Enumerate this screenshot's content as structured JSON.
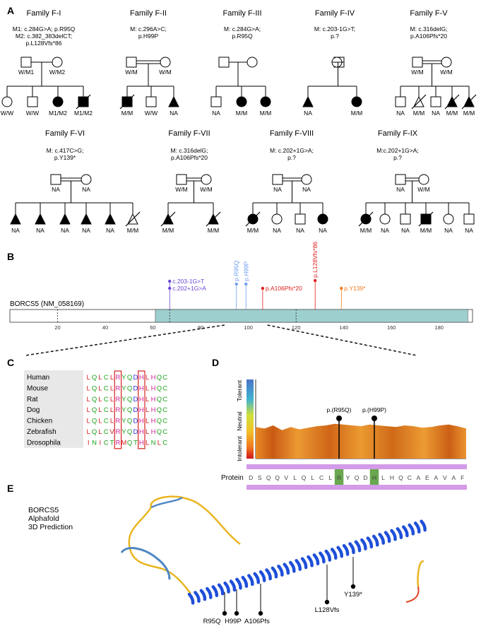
{
  "panels": {
    "A": "A",
    "B": "B",
    "C": "C",
    "D": "D",
    "E": "E"
  },
  "pedigree": {
    "families": [
      {
        "title": "Family F-I",
        "mut": [
          "M1: c.284G>A; p.R95Q",
          "M2: c.382_383delCT;",
          "p.L128Vfs*86"
        ],
        "parents": [
          "W/M1",
          "W/M2"
        ],
        "consang": false,
        "kids": [
          {
            "s": "c",
            "a": false,
            "d": false,
            "g": "W/W"
          },
          {
            "s": "s",
            "a": false,
            "d": false,
            "g": "W/W"
          },
          {
            "s": "c",
            "a": true,
            "d": false,
            "g": "M1/M2"
          },
          {
            "s": "s",
            "a": true,
            "d": true,
            "g": "M1/M2"
          }
        ]
      },
      {
        "title": "Family F-II",
        "mut": [
          "M: c.296A>C;",
          "p.H99P"
        ],
        "parents": [
          "W/M",
          "W/M"
        ],
        "consang": true,
        "kids": [
          {
            "s": "s",
            "a": true,
            "d": true,
            "g": "M/M"
          },
          {
            "s": "s",
            "a": false,
            "d": false,
            "g": "W/W"
          },
          {
            "s": "t",
            "a": true,
            "d": false,
            "g": "NA"
          }
        ]
      },
      {
        "title": "Family F-III",
        "mut": [
          "M: c.284G>A;",
          "p.R95Q"
        ],
        "parents": [
          "",
          ""
        ],
        "consang": false,
        "kids": [
          {
            "s": "s",
            "a": false,
            "d": false,
            "g": "NA"
          },
          {
            "s": "c",
            "a": true,
            "d": false,
            "g": "M/M"
          },
          {
            "s": "c",
            "a": true,
            "d": false,
            "g": "M/M"
          }
        ]
      },
      {
        "title": "Family F-IV",
        "mut": [
          "M: c.203-1G>T;",
          "p.?"
        ],
        "parents": [
          "",
          ""
        ],
        "consang": false,
        "kids": [
          {
            "s": "t",
            "a": true,
            "d": false,
            "g": "NA"
          },
          {
            "s": "c",
            "a": true,
            "d": false,
            "g": "M/M"
          }
        ]
      },
      {
        "title": "Family F-V",
        "mut": [
          "M: c.316delG;",
          "p.A106Pfs*20"
        ],
        "parents": [
          "W/M",
          "W/M"
        ],
        "consang": true,
        "kids": [
          {
            "s": "s",
            "a": false,
            "d": false,
            "g": "NA"
          },
          {
            "s": "t",
            "a": false,
            "d": true,
            "g": "M/M"
          },
          {
            "s": "s",
            "a": false,
            "d": false,
            "g": "NA"
          },
          {
            "s": "t",
            "a": true,
            "d": true,
            "g": "M/M"
          },
          {
            "s": "t",
            "a": true,
            "d": true,
            "g": "M/M"
          }
        ]
      },
      {
        "title": "Family F-VI",
        "mut": [
          "M: c.417C>G;",
          "p.Y139*"
        ],
        "parents": [
          "NA",
          "NA"
        ],
        "consang": true,
        "kids": [
          {
            "s": "t",
            "a": true,
            "d": false,
            "g": "NA"
          },
          {
            "s": "t",
            "a": true,
            "d": false,
            "g": "NA"
          },
          {
            "s": "t",
            "a": true,
            "d": false,
            "g": "NA"
          },
          {
            "s": "t",
            "a": true,
            "d": false,
            "g": "NA"
          },
          {
            "s": "t",
            "a": true,
            "d": false,
            "g": "NA"
          },
          {
            "s": "t",
            "a": false,
            "d": true,
            "g": "M/M"
          }
        ]
      },
      {
        "title": "Family F-VII",
        "mut": [
          "M: c.316delG;",
          "p.A106Pfs*20"
        ],
        "parents": [
          "W/M",
          "W/M"
        ],
        "consang": true,
        "kids": [
          {
            "s": "t",
            "a": true,
            "d": true,
            "g": "M/M"
          },
          {
            "s": "t",
            "a": true,
            "d": true,
            "g": "M/M"
          }
        ]
      },
      {
        "title": "Family F-VIII",
        "mut": [
          "M: c.202+1G>A;",
          "p.?"
        ],
        "parents": [
          "NA",
          "NA"
        ],
        "consang": true,
        "kids": [
          {
            "s": "c",
            "a": true,
            "d": true,
            "g": "M/M"
          },
          {
            "s": "c",
            "a": false,
            "d": false,
            "g": "NA"
          },
          {
            "s": "s",
            "a": false,
            "d": false,
            "g": "NA"
          },
          {
            "s": "c",
            "a": true,
            "d": false,
            "g": "NA"
          }
        ]
      },
      {
        "title": "Family F-IX",
        "mut": [
          "M:c.202+1G>A;",
          "p.?"
        ],
        "parents": [
          "NA",
          "W/M"
        ],
        "consang": true,
        "kids": [
          {
            "s": "c",
            "a": true,
            "d": true,
            "g": "M/M"
          },
          {
            "s": "c",
            "a": false,
            "d": false,
            "g": "NA"
          },
          {
            "s": "s",
            "a": false,
            "d": false,
            "g": "NA"
          },
          {
            "s": "s",
            "a": true,
            "d": true,
            "g": "M/M"
          },
          {
            "s": "c",
            "a": false,
            "d": false,
            "g": "NA"
          },
          {
            "s": "s",
            "a": false,
            "d": false,
            "g": "NA"
          }
        ]
      }
    ]
  },
  "chart_data": [
    {
      "type": "lollipop",
      "title": "BORCS5 (NM_058169)",
      "xlim": [
        0,
        194
      ],
      "ticks": [
        20,
        40,
        60,
        80,
        100,
        120,
        140,
        160,
        180
      ],
      "domain": {
        "start": 61,
        "end": 192,
        "color": "#9ecfcf"
      },
      "dashed_marks": [
        20,
        67,
        120
      ],
      "variants": [
        {
          "pos": 67,
          "labels": [
            "c.203-1G>T",
            "c.202+1G>A"
          ],
          "color": "#6a45d4"
        },
        {
          "pos": 95,
          "labels": [
            "p.R95Q"
          ],
          "color": "#6f9ff0"
        },
        {
          "pos": 99,
          "labels": [
            "p.H99P"
          ],
          "color": "#6f9ff0"
        },
        {
          "pos": 106,
          "labels": [
            "p.A106Pfs*20"
          ],
          "color": "#e0201f"
        },
        {
          "pos": 128,
          "labels": [
            "p.L128Vfs*86"
          ],
          "color": "#e0201f"
        },
        {
          "pos": 139,
          "labels": [
            "p.Y139*"
          ],
          "color": "#f07a20"
        }
      ]
    },
    {
      "type": "table",
      "title": "Conservation alignment",
      "species": [
        "Human",
        "Mouse",
        "Rat",
        "Dog",
        "Chicken",
        "Zebrafish",
        "Drosophila"
      ],
      "sequences": [
        "LQLCLRYQDHLHQC",
        "LQLCLRYQDHLHQC",
        "LQLCLRYQDHLHQC",
        "LQLCLRYQDHLHQC",
        "LQLCLRYQDHLHQC",
        "LQLCVRYQDHLHQC",
        "INICTRMQTHLNLC"
      ],
      "boxed_columns": [
        5,
        9
      ]
    },
    {
      "type": "area",
      "title": "MetaDome tolerance",
      "yscale": [
        "Tolerant",
        "Neutral",
        "Intolerant"
      ],
      "xlabel": "Protein",
      "residues": [
        "D",
        "S",
        "Q",
        "Q",
        "V",
        "L",
        "Q",
        "L",
        "C",
        "L",
        "R",
        "Y",
        "Q",
        "D",
        "H",
        "L",
        "H",
        "Q",
        "C",
        "A",
        "E",
        "A",
        "V",
        "A",
        "F"
      ],
      "highlight": [
        10,
        14
      ],
      "variants": [
        {
          "label": "p.(R95Q)",
          "index": 10
        },
        {
          "label": "p.(H99P)",
          "index": 14
        }
      ],
      "scores": [
        0.4,
        0.38,
        0.42,
        0.36,
        0.4,
        0.37,
        0.39,
        0.41,
        0.42,
        0.44,
        0.43,
        0.42,
        0.41,
        0.43,
        0.42,
        0.41,
        0.4,
        0.42,
        0.41,
        0.39,
        0.4,
        0.42,
        0.43,
        0.41,
        0.38
      ]
    }
  ],
  "structure": {
    "caption": [
      "BORCS5",
      "Alphafold",
      "3D Prediction"
    ],
    "labels": [
      "R95Q",
      "H99P",
      "A106Pfs",
      "L128Vfs",
      "Y139*"
    ]
  }
}
